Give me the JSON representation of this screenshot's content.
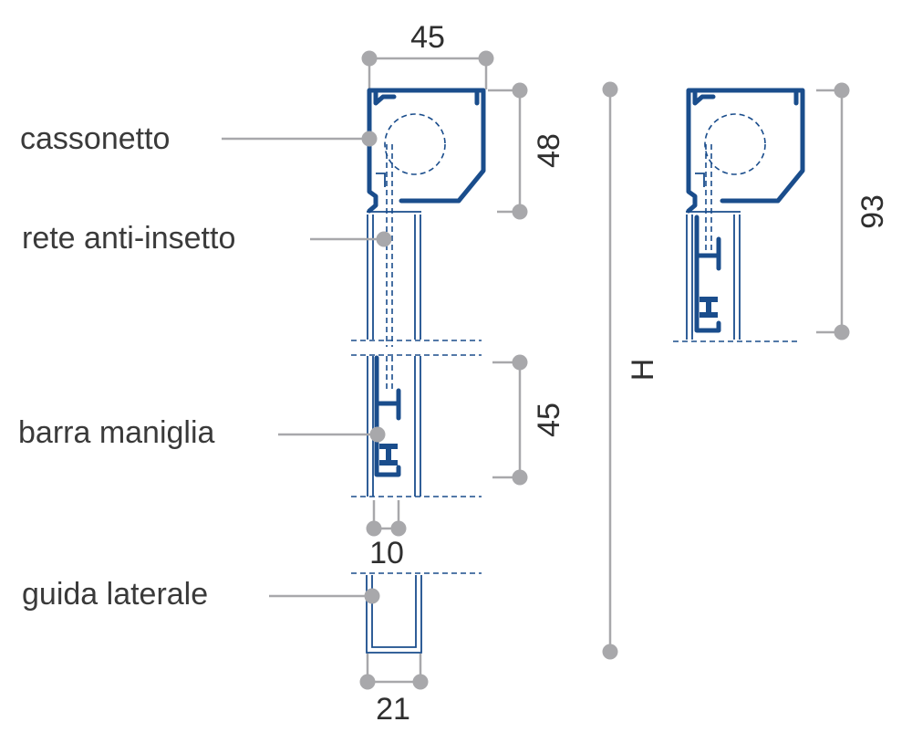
{
  "labels": {
    "cassonetto": "cassonetto",
    "rete": "rete anti-insetto",
    "barra": "barra maniglia",
    "guida": "guida laterale"
  },
  "dimensions": {
    "box_width": "45",
    "box_height": "48",
    "bar_height": "45",
    "bar_width": "10",
    "guide_width": "21",
    "total_height": "H",
    "compact_height": "93"
  },
  "colors": {
    "profile": "#1a4d8c",
    "leader": "#a8a8ab",
    "text": "#3a3a3a"
  }
}
